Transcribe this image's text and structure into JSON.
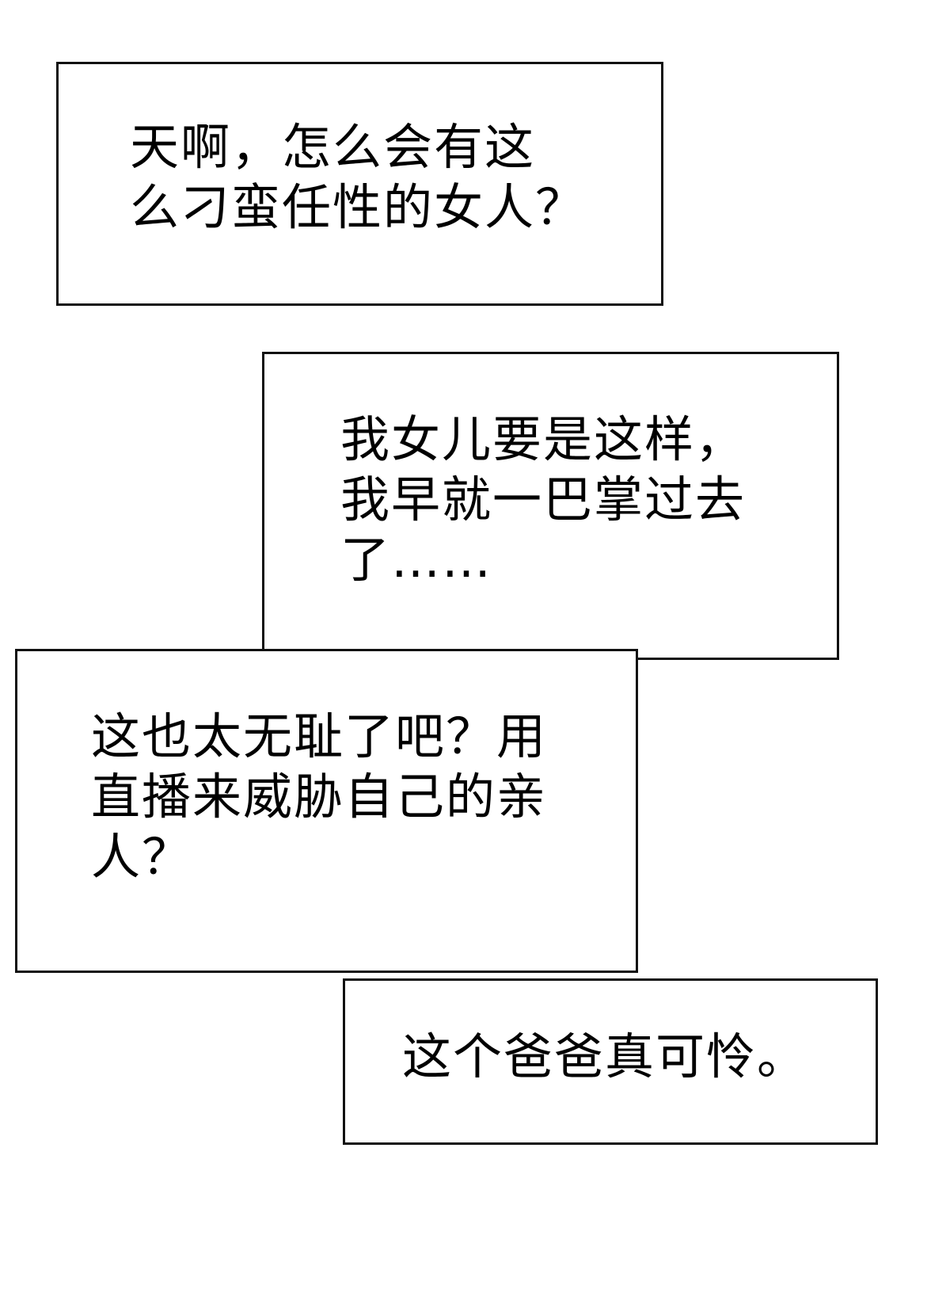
{
  "panels": [
    {
      "text": "天啊，怎么会有这\n么刁蛮任性的女人？"
    },
    {
      "text": "我女儿要是这样，\n我早就一巴掌过去\n了……"
    },
    {
      "text": "这也太无耻了吧？用\n直播来威胁自己的亲\n人？"
    },
    {
      "text": "这个爸爸真可怜。"
    }
  ]
}
